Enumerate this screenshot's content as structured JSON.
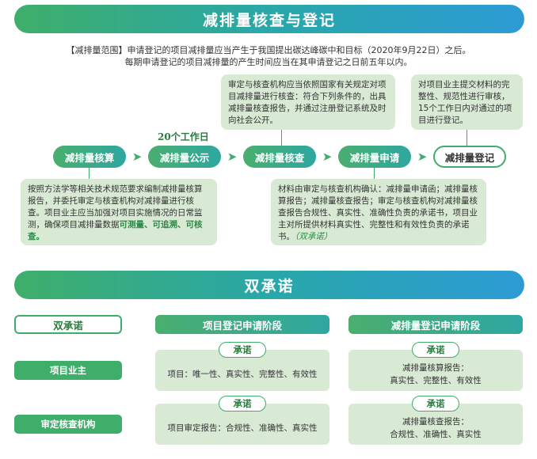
{
  "header": {
    "title": "减排量核查与登记"
  },
  "intro": {
    "line1": "【减排量范围】申请登记的项目减排量应当产生于我国提出碳达峰碳中和目标（2020年9月22日）之后。",
    "line2": "每期申请登记的项目减排量的产生时间应当在其申请登记之日前五年以内。"
  },
  "flow": {
    "days_label": "20个工作日",
    "steps": [
      "减排量核算",
      "减排量公示",
      "减排量核查",
      "减排量申请",
      "减排量登记"
    ],
    "notes": {
      "verify": "审定与核查机构应当依照国家有关规定对项目减排量进行核查：符合下列条件的，出具减排量核查报告，并通过注册登记系统及时向社会公开。",
      "register": "对项目业主提交材料的完整性、规范性进行审核，15个工作日内对通过的项目进行登记。",
      "calc_text": "按照方法学等相关技术规范要求编制减排量核算报告，并委托审定与核查机构对减排量进行核查。项目业主应当加强对项目实施情况的日常监测，确保项目减排量数据",
      "calc_emphasis": "可测量、可追溯、可核查。",
      "apply_text": "材料由审定与核查机构确认：减排量申请函；减排量核算报告；减排量核查报告；审定与核查机构对减排量核查报告合规性、真实性、准确性负责的承诺书，项目业主对所提供材料真实性、完整性和有效性负责的承诺书。",
      "apply_emphasis": "（双承诺）"
    }
  },
  "section2": {
    "title": "双承诺",
    "corner_label": "双承诺",
    "columns": [
      "项目登记申请阶段",
      "减排量登记申请阶段"
    ],
    "rows": [
      {
        "label": "项目业主",
        "cells": [
          {
            "badge": "承诺",
            "lines": [
              "项目：唯一性、真实性、完整性、有效性"
            ]
          },
          {
            "badge": "承诺",
            "lines": [
              "减排量核算报告：",
              "真实性、完整性、有效性"
            ]
          }
        ]
      },
      {
        "label": "审定核查机构",
        "cells": [
          {
            "badge": "承诺",
            "lines": [
              "项目审定报告：合规性、准确性、真实性"
            ]
          },
          {
            "badge": "承诺",
            "lines": [
              "减排量核查报告：",
              "合规性、准确性、真实性"
            ]
          }
        ]
      }
    ]
  },
  "colors": {
    "green": "#3fae6a",
    "teal": "#29a7a9",
    "blue": "#2d9cd6",
    "light_green": "#d8ead4"
  }
}
